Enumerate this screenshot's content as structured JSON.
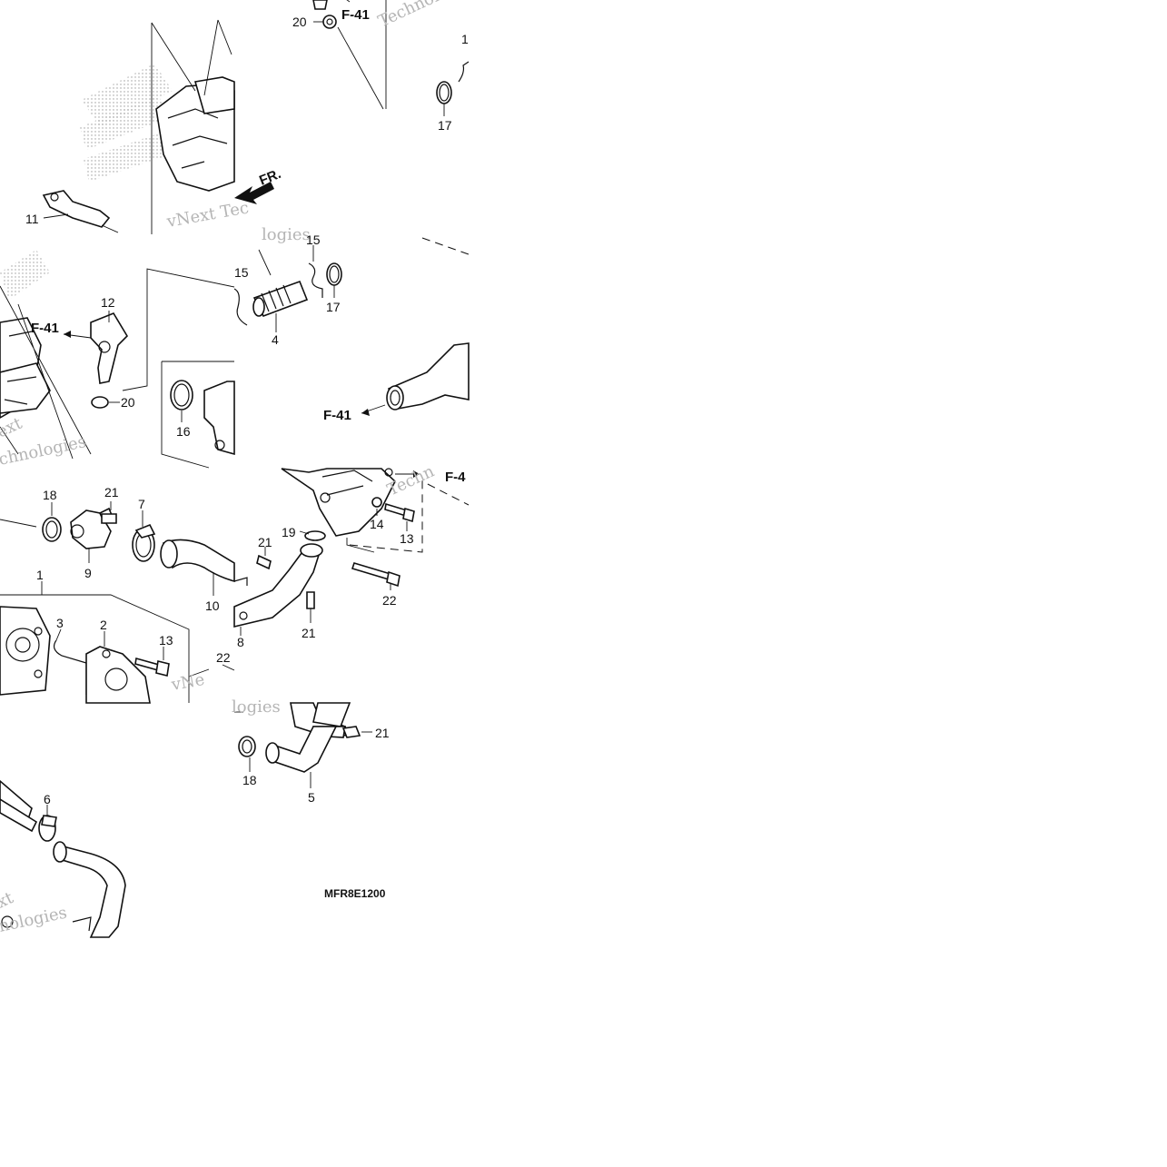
{
  "diagram": {
    "code": "MFR8E1200",
    "forward_mark": "FR.",
    "ref_tag": "F-41",
    "partial_ref_tag": "F-4",
    "watermarks": [
      "vNext Tec",
      "Technol",
      "logies",
      "ext",
      "chnologies",
      "Techn",
      "vNe",
      "logies",
      "xt",
      "nologies"
    ],
    "labels": [
      "1",
      "2",
      "3",
      "4",
      "5",
      "6",
      "7",
      "8",
      "9",
      "10",
      "11",
      "12",
      "13",
      "13",
      "14",
      "15",
      "15",
      "16",
      "17",
      "17",
      "18",
      "18",
      "19",
      "20",
      "20",
      "21",
      "21",
      "21",
      "21",
      "22",
      "22",
      "1"
    ]
  }
}
